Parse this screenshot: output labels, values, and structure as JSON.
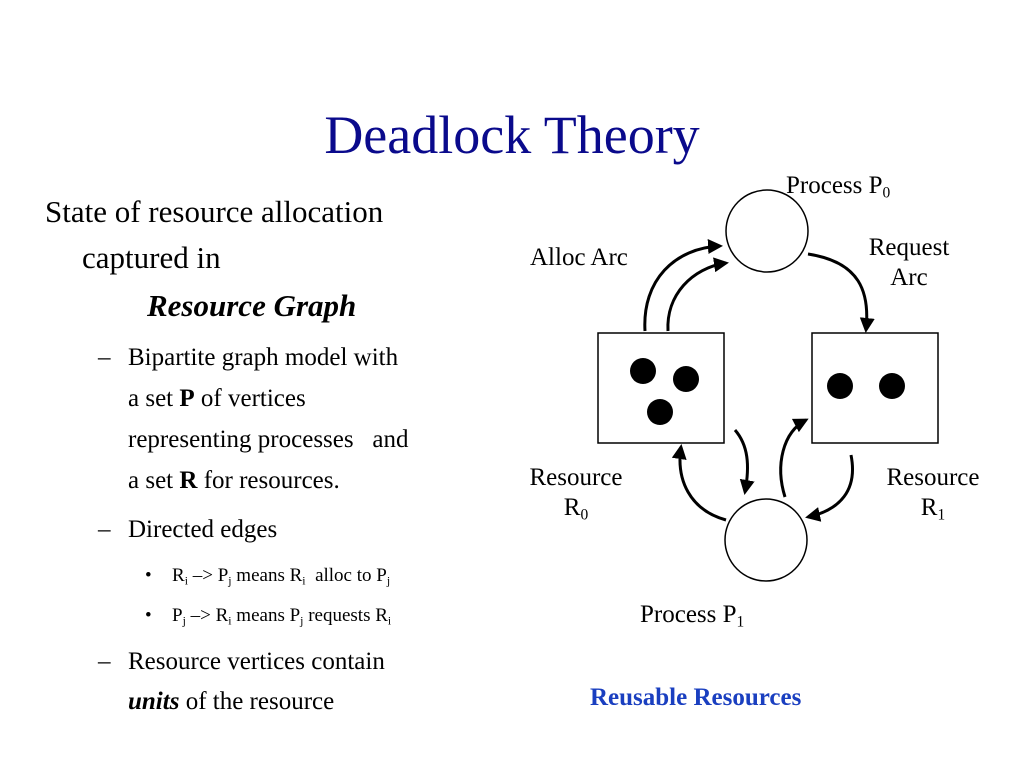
{
  "title": "Deadlock Theory",
  "text": {
    "state_line1": "State of resource allocation",
    "state_line2": "captured in",
    "resource_graph": "Resource Graph",
    "dash": "–",
    "b1_line1": "Bipartite graph model with",
    "b1_line2_a": "a set ",
    "b1_line2_bold": "P",
    "b1_line2_b": " of vertices",
    "b1_line3": "representing processes   and",
    "b1_line4_a": "a set ",
    "b1_line4_bold": "R",
    "b1_line4_b": " for resources.",
    "b2": "Directed edges",
    "bullet": "•",
    "ri_pj": {
      "r": "R",
      "i": "i",
      "arrow": " –> ",
      "p": "P",
      "j": "j",
      "means": " means ",
      "r2": "R",
      "i2": "i",
      "alloc_to": "  alloc to ",
      "p2": "P",
      "j2": "j"
    },
    "pj_ri": {
      "p": "P",
      "j": "j",
      "arrow": " –> ",
      "r": "R",
      "i": "i",
      "means": " means ",
      "p2": "P",
      "j2": "j",
      "requests": " requests ",
      "r2": "R",
      "i2": "i"
    },
    "b3_line1": "Resource vertices contain",
    "b3_units": "units",
    "b3_rest": " of the resource"
  },
  "diagram": {
    "process_p0": {
      "label": "Process P",
      "sub": "0"
    },
    "process_p1": {
      "label": "Process P",
      "sub": "1"
    },
    "resource_r0": {
      "label": "Resource",
      "name": "R",
      "sub": "0"
    },
    "resource_r1": {
      "label": "Resource",
      "name": "R",
      "sub": "1"
    },
    "alloc_arc": "Alloc Arc",
    "request_arc_1": "Request",
    "request_arc_2": "Arc",
    "units_r0": 3,
    "units_r1": 2,
    "caption": "Reusable Resources",
    "caption_color": "#1a3fc0"
  }
}
